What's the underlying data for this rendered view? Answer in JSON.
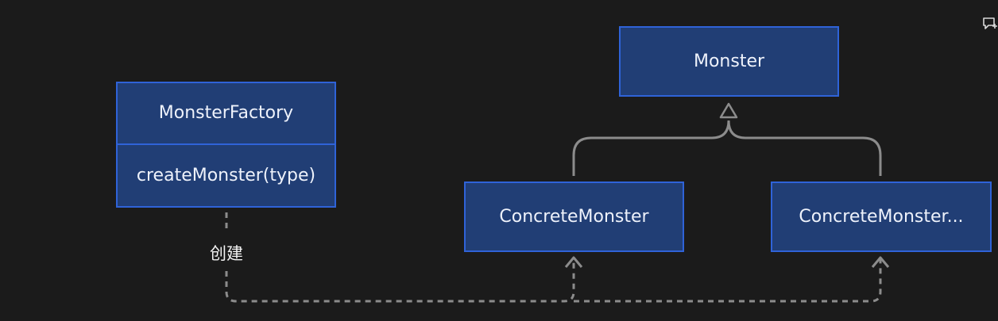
{
  "diagram": {
    "nodes": {
      "factory": {
        "name": "MonsterFactory",
        "method": "createMonster(type)"
      },
      "monster": {
        "label": "Monster"
      },
      "concrete_a": {
        "label": "ConcreteMonster"
      },
      "concrete_b": {
        "label": "ConcreteMonster..."
      }
    },
    "edges": {
      "create_label": "创建"
    },
    "colors": {
      "background": "#1b1b1b",
      "node_fill": "#213e75",
      "node_border": "#2f63d8",
      "edge": "#8c8c8c"
    }
  },
  "toolbar": {
    "icon": "add-comment-icon"
  }
}
